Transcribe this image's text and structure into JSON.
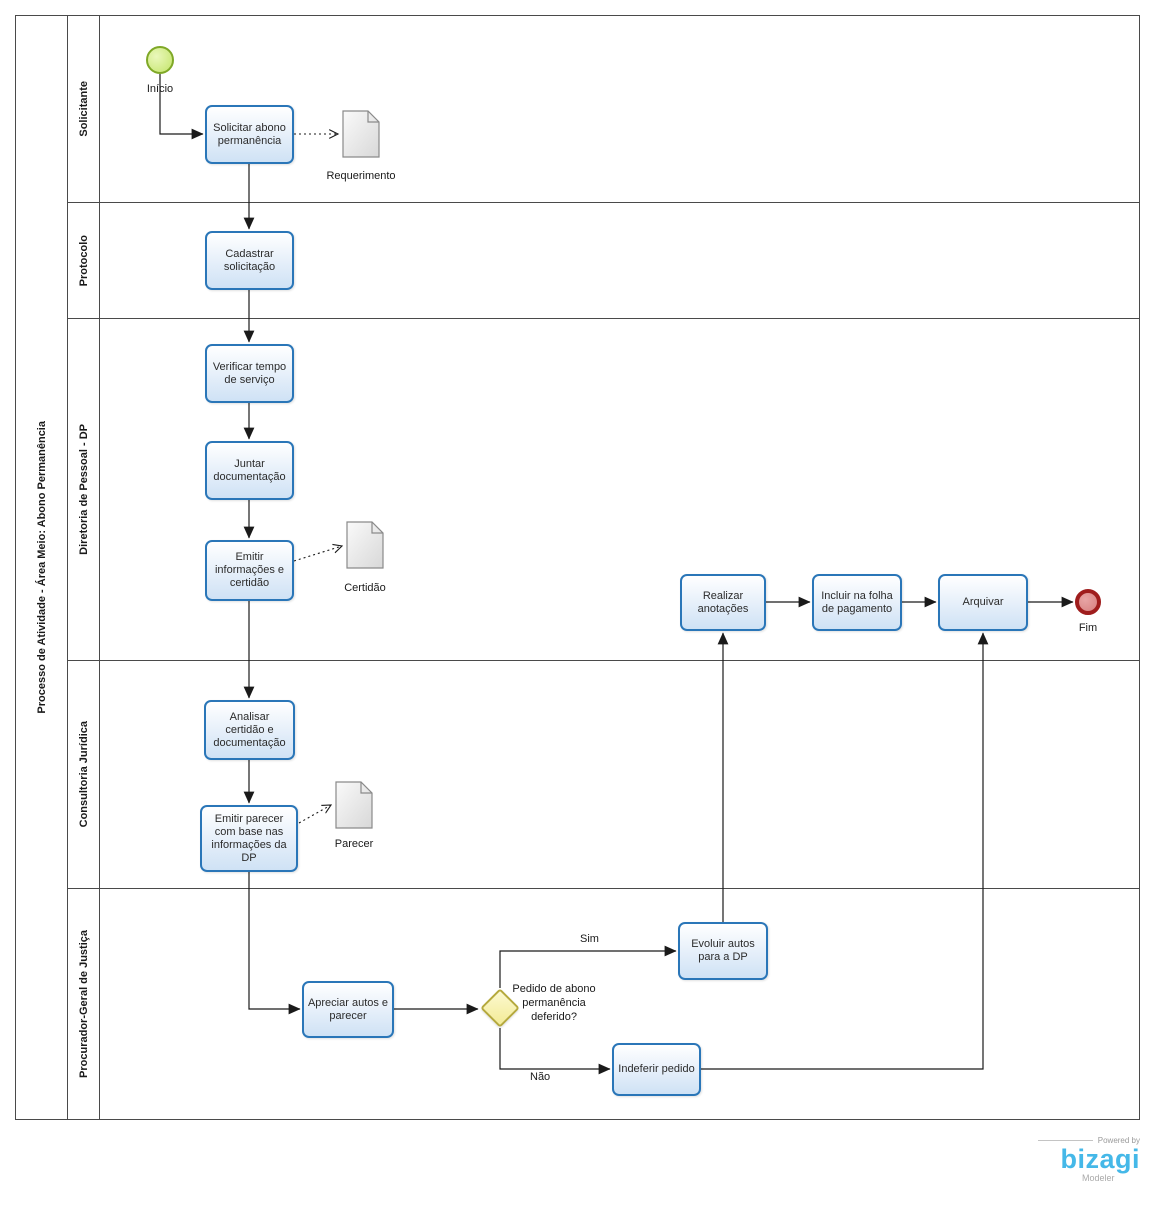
{
  "diagram": {
    "pool_title": "Processo de Atividade - Área Meio: Abono Permanência",
    "lanes": [
      {
        "label": "Solicitante"
      },
      {
        "label": "Protocolo"
      },
      {
        "label": "Diretoria de Pessoal - DP"
      },
      {
        "label": "Consultoria Jurídica"
      },
      {
        "label": "Procurador-Geral de Justiça"
      }
    ],
    "events": {
      "start_label": "Início",
      "end_label": "Fim"
    },
    "tasks": {
      "solicitar": "Solicitar abono permanência",
      "cadastrar": "Cadastrar solicitação",
      "verificar": "Verificar tempo de serviço",
      "juntar": "Juntar documentação",
      "emitir_cert": "Emitir informações e certidão",
      "analisar": "Analisar certidão e documentação",
      "emitir_parecer": "Emitir parecer com base nas informações da DP",
      "apreciar": "Apreciar autos e parecer",
      "evoluir": "Evoluir autos para a DP",
      "indeferir": "Indeferir pedido",
      "realizar": "Realizar anotações",
      "incluir": "Incluir na folha de pagamento",
      "arquivar": "Arquivar"
    },
    "documents": {
      "requerimento": "Requerimento",
      "certidao": "Certidão",
      "parecer": "Parecer"
    },
    "gateway": {
      "question": "Pedido de abono permanência deferido?",
      "yes_label": "Sim",
      "no_label": "Não"
    },
    "colors": {
      "task_border": "#2a76b8",
      "task_fill": "#e2edf9",
      "start_border": "#7fa827",
      "start_fill": "#c3e46a",
      "end_border": "#9f1d1d",
      "end_fill": "#d77f7f",
      "gateway_border": "#b5a93c",
      "gateway_fill": "#f3eb96",
      "brand_blue": "#45b8e8"
    }
  },
  "footer": {
    "powered_by": "Powered by",
    "brand": "bizagi",
    "product": "Modeler"
  }
}
